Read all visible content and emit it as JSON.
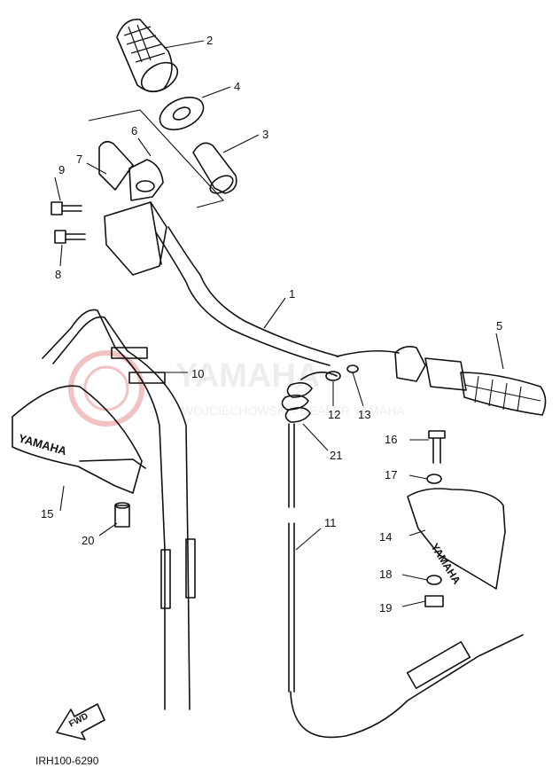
{
  "diagram_code": "IRH100-6290",
  "direction_label": "FWD",
  "watermark": {
    "brand": "YAMAHA",
    "tagline": "WOJCIECHOWSKI - DEALER YAMAHA",
    "color": "#d9534f"
  },
  "handguard_text": "YAMAHA",
  "callouts": [
    "1",
    "2",
    "3",
    "4",
    "5",
    "6",
    "7",
    "8",
    "9",
    "10",
    "11",
    "12",
    "13",
    "14",
    "15",
    "16",
    "17",
    "18",
    "19",
    "20",
    "21"
  ],
  "colors": {
    "ink": "#111111",
    "paper": "#ffffff"
  }
}
